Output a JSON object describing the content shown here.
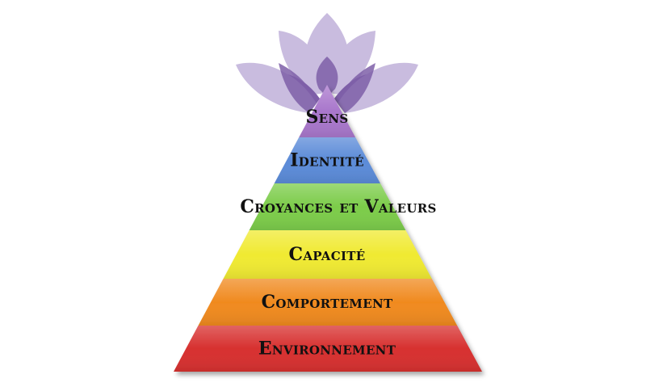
{
  "levels": [
    {
      "label": "Sens",
      "color": "#a977cc"
    },
    {
      "label": "Identité",
      "color": "#5b8bd8"
    },
    {
      "label": "Croyances et Valeurs",
      "color": "#7ccc4a"
    },
    {
      "label": "Capacité",
      "color": "#f0ea32"
    },
    {
      "label": "Comportement",
      "color": "#f08a1f"
    },
    {
      "label": "Environnement",
      "color": "#d7302f"
    }
  ],
  "lotus": {
    "light_color": "#c9bcdf",
    "dark_color": "#7e5fa8",
    "icon": "lotus-icon"
  }
}
